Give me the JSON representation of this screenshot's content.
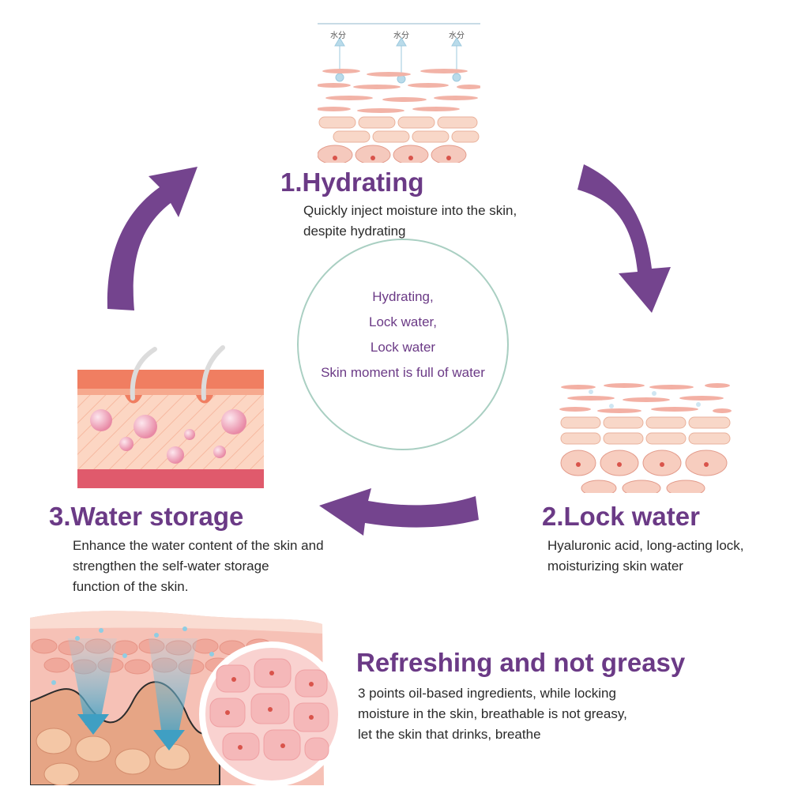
{
  "colors": {
    "accent_purple": "#6b3a86",
    "arrow_purple": "#74448e",
    "circle_border": "#a9cfc2",
    "skin_pink": "#f2b9ae"
  },
  "icons": [
    "arrow-curved-right-down",
    "arrow-curved-left",
    "arrow-curved-up-right"
  ],
  "step1": {
    "title": "1.Hydrating",
    "line1": "Quickly inject moisture into the skin,",
    "line2": "despite hydrating",
    "image_labels": [
      "水分",
      "水分",
      "水分"
    ]
  },
  "step2": {
    "title": "2.Lock water",
    "line1": "Hyaluronic acid, long-acting lock,",
    "line2": "moisturizing skin water"
  },
  "step3": {
    "title": "3.Water storage",
    "line1": "Enhance the water content of the skin and",
    "line2": "strengthen the self-water storage",
    "line3": "function of the skin."
  },
  "center": {
    "line1": "Hydrating,",
    "line2": "Lock water,",
    "line3": "Lock water",
    "line4": "Skin moment is full of water"
  },
  "bottom": {
    "title": "Refreshing and not greasy",
    "line1": "3 points oil-based ingredients, while locking",
    "line2": "moisture in the skin, breathable is not greasy,",
    "line3": "let the skin that drinks, breathe"
  }
}
